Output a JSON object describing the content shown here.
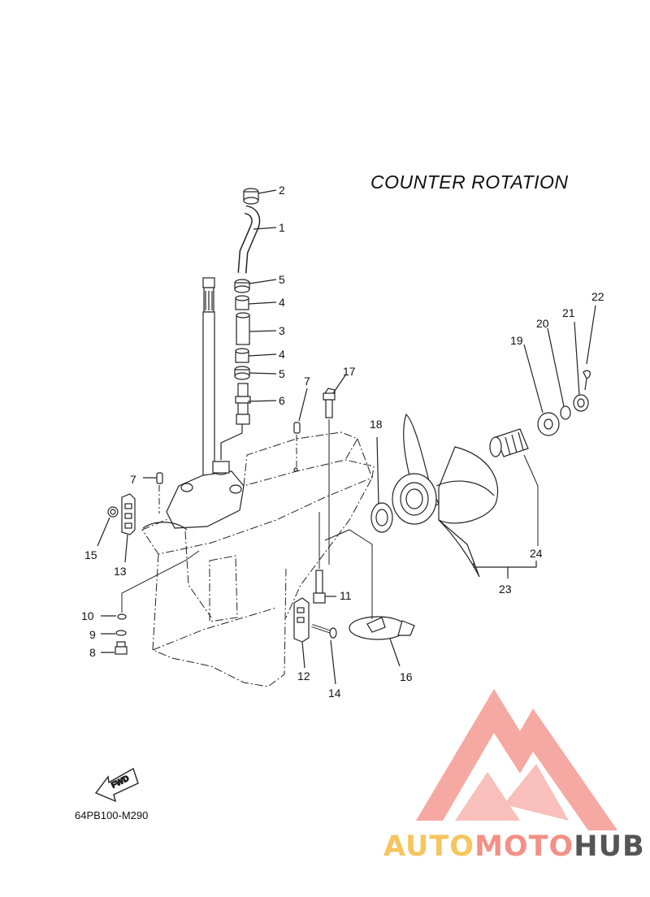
{
  "title": "COUNTER  ROTATION",
  "diagram_code": "64PB100-M290",
  "direction_arrow": {
    "label": "FWD",
    "icon": "fwd-arrow-icon"
  },
  "callouts": {
    "c1": "1",
    "c2": "2",
    "c3": "3",
    "c4a": "4",
    "c4b": "4",
    "c5a": "5",
    "c5b": "5",
    "c6": "6",
    "c7a": "7",
    "c7b": "7",
    "c8": "8",
    "c9": "9",
    "c10": "10",
    "c11": "11",
    "c12": "12",
    "c13": "13",
    "c14": "14",
    "c15": "15",
    "c16": "16",
    "c17": "17",
    "c18": "18",
    "c19": "19",
    "c20": "20",
    "c21": "21",
    "c22": "22",
    "c23": "23",
    "c24": "24"
  },
  "watermark": {
    "logo": "automotohub-triangle-logo",
    "part1": "AUTO",
    "part2": "MOTO",
    "part3": "HUB",
    "colors": {
      "auto": "#f7c45e",
      "moto": "#f39087",
      "hub": "#555555",
      "logo": "#f59a92"
    }
  }
}
